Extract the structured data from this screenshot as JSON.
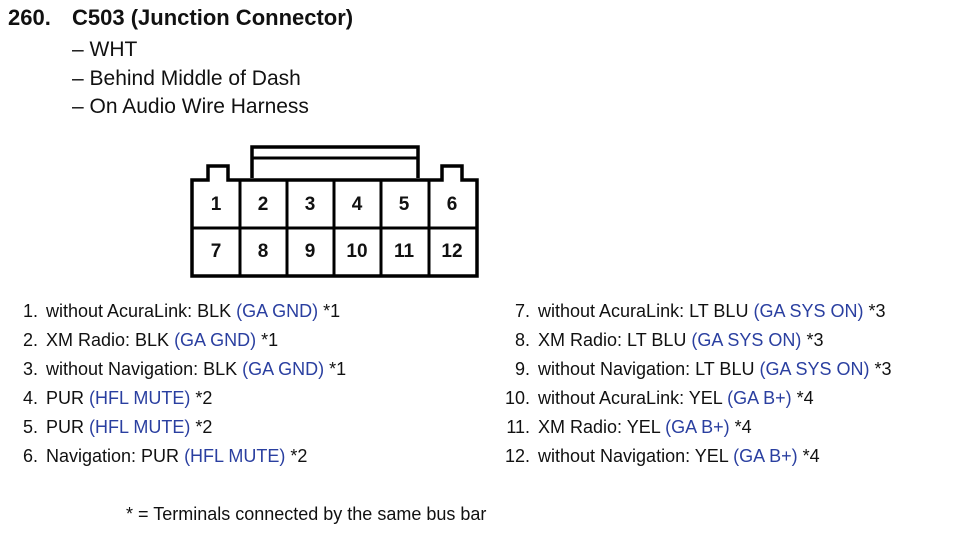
{
  "header": {
    "number": "260.",
    "title": "C503 (Junction Connector)"
  },
  "descriptions": [
    "– WHT",
    "– Behind Middle of Dash",
    "– On Audio Wire Harness"
  ],
  "connector": {
    "top_row": [
      "1",
      "2",
      "3",
      "4",
      "5",
      "6"
    ],
    "bottom_row": [
      "7",
      "8",
      "9",
      "10",
      "11",
      "12"
    ]
  },
  "pins_left": [
    {
      "num": "1.",
      "desc": "without AcuraLink: BLK ",
      "signal": "(GA GND)",
      "note": " *1"
    },
    {
      "num": "2.",
      "desc": "XM Radio: BLK ",
      "signal": "(GA GND)",
      "note": " *1"
    },
    {
      "num": "3.",
      "desc": "without Navigation: BLK ",
      "signal": "(GA GND)",
      "note": " *1"
    },
    {
      "num": "4.",
      "desc": "PUR ",
      "signal": "(HFL MUTE)",
      "note": " *2"
    },
    {
      "num": "5.",
      "desc": "PUR ",
      "signal": "(HFL MUTE)",
      "note": " *2"
    },
    {
      "num": "6.",
      "desc": "Navigation: PUR ",
      "signal": "(HFL MUTE)",
      "note": " *2"
    }
  ],
  "pins_right": [
    {
      "num": "7.",
      "desc": "without AcuraLink: LT BLU ",
      "signal": "(GA SYS ON)",
      "note": " *3"
    },
    {
      "num": "8.",
      "desc": "XM Radio: LT BLU ",
      "signal": "(GA SYS ON)",
      "note": " *3"
    },
    {
      "num": "9.",
      "desc": "without Navigation: LT BLU ",
      "signal": "(GA SYS ON)",
      "note": " *3"
    },
    {
      "num": "10.",
      "desc": "without AcuraLink: YEL ",
      "signal": "(GA B+)",
      "note": " *4"
    },
    {
      "num": "11.",
      "desc": "XM Radio: YEL ",
      "signal": "(GA B+)",
      "note": " *4"
    },
    {
      "num": "12.",
      "desc": "without Navigation: YEL ",
      "signal": "(GA B+)",
      "note": " *4"
    }
  ],
  "footnote": "* = Terminals connected by the same bus bar",
  "colors": {
    "signal": "#2a3fa0",
    "text": "#111111"
  }
}
